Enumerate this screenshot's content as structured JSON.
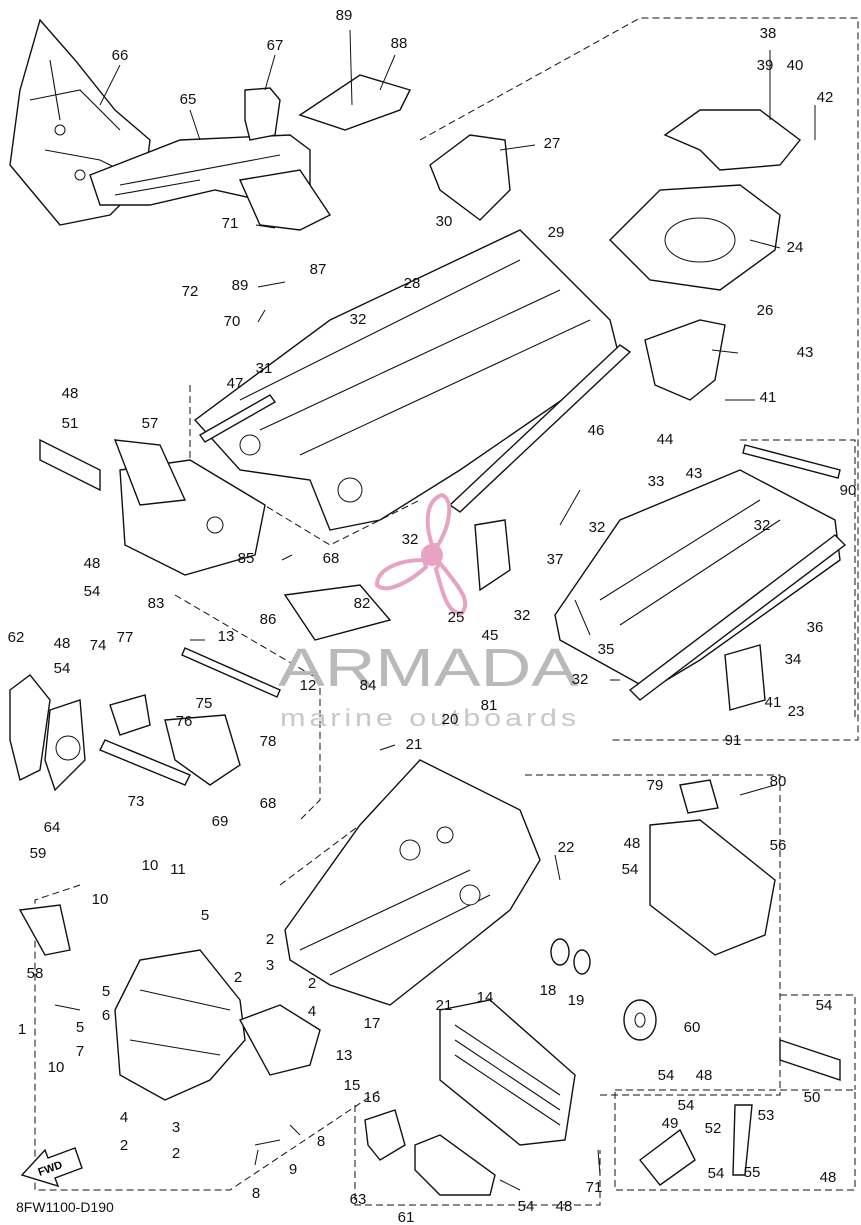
{
  "diagram": {
    "code": "8FW1100-D190",
    "fwd_label": "FWD",
    "watermark": {
      "brand": "ARMADA",
      "tagline": "marine outboards",
      "logo_color": "#e6a3c3"
    },
    "callouts": [
      {
        "id": "c89a",
        "text": "89"
      },
      {
        "id": "c88",
        "text": "88"
      },
      {
        "id": "c67",
        "text": "67"
      },
      {
        "id": "c66",
        "text": "66"
      },
      {
        "id": "c65",
        "text": "65"
      },
      {
        "id": "c38",
        "text": "38"
      },
      {
        "id": "c39",
        "text": "39"
      },
      {
        "id": "c40",
        "text": "40"
      },
      {
        "id": "c42",
        "text": "42"
      },
      {
        "id": "c27",
        "text": "27"
      },
      {
        "id": "c30",
        "text": "30"
      },
      {
        "id": "c29",
        "text": "29"
      },
      {
        "id": "c24",
        "text": "24"
      },
      {
        "id": "c71a",
        "text": "71"
      },
      {
        "id": "c72",
        "text": "72"
      },
      {
        "id": "c89b",
        "text": "89"
      },
      {
        "id": "c87",
        "text": "87"
      },
      {
        "id": "c28",
        "text": "28"
      },
      {
        "id": "c70",
        "text": "70"
      },
      {
        "id": "c32a",
        "text": "32"
      },
      {
        "id": "c26",
        "text": "26"
      },
      {
        "id": "c43a",
        "text": "43"
      },
      {
        "id": "c48a",
        "text": "48"
      },
      {
        "id": "c51",
        "text": "51"
      },
      {
        "id": "c47",
        "text": "47"
      },
      {
        "id": "c31",
        "text": "31"
      },
      {
        "id": "c41a",
        "text": "41"
      },
      {
        "id": "c57",
        "text": "57"
      },
      {
        "id": "c46",
        "text": "46"
      },
      {
        "id": "c44",
        "text": "44"
      },
      {
        "id": "c43b",
        "text": "43"
      },
      {
        "id": "c90",
        "text": "90"
      },
      {
        "id": "c33",
        "text": "33"
      },
      {
        "id": "c32b",
        "text": "32"
      },
      {
        "id": "c32c",
        "text": "32"
      },
      {
        "id": "c32d",
        "text": "32"
      },
      {
        "id": "c48b",
        "text": "48"
      },
      {
        "id": "c54a",
        "text": "54"
      },
      {
        "id": "c85",
        "text": "85"
      },
      {
        "id": "c68a",
        "text": "68"
      },
      {
        "id": "c37",
        "text": "37"
      },
      {
        "id": "c82",
        "text": "82"
      },
      {
        "id": "c25",
        "text": "25"
      },
      {
        "id": "c45",
        "text": "45"
      },
      {
        "id": "c32e",
        "text": "32"
      },
      {
        "id": "c36",
        "text": "36"
      },
      {
        "id": "c86",
        "text": "86"
      },
      {
        "id": "c83",
        "text": "83"
      },
      {
        "id": "c35",
        "text": "35"
      },
      {
        "id": "c62",
        "text": "62"
      },
      {
        "id": "c48c",
        "text": "48"
      },
      {
        "id": "c54b",
        "text": "54"
      },
      {
        "id": "c74",
        "text": "74"
      },
      {
        "id": "c77",
        "text": "77"
      },
      {
        "id": "c13a",
        "text": "13"
      },
      {
        "id": "c34",
        "text": "34"
      },
      {
        "id": "c12",
        "text": "12"
      },
      {
        "id": "c84",
        "text": "84"
      },
      {
        "id": "c32f",
        "text": "32"
      },
      {
        "id": "c41b",
        "text": "41"
      },
      {
        "id": "c23",
        "text": "23"
      },
      {
        "id": "c75",
        "text": "75"
      },
      {
        "id": "c76",
        "text": "76"
      },
      {
        "id": "c78",
        "text": "78"
      },
      {
        "id": "c20",
        "text": "20"
      },
      {
        "id": "c81",
        "text": "81"
      },
      {
        "id": "c21a",
        "text": "21"
      },
      {
        "id": "c91",
        "text": "91"
      },
      {
        "id": "c73",
        "text": "73"
      },
      {
        "id": "c64",
        "text": "64"
      },
      {
        "id": "c79",
        "text": "79"
      },
      {
        "id": "c80",
        "text": "80"
      },
      {
        "id": "c69",
        "text": "69"
      },
      {
        "id": "c68b",
        "text": "68"
      },
      {
        "id": "c22",
        "text": "22"
      },
      {
        "id": "c48d",
        "text": "48"
      },
      {
        "id": "c54c",
        "text": "54"
      },
      {
        "id": "c56",
        "text": "56"
      },
      {
        "id": "c59",
        "text": "59"
      },
      {
        "id": "c10a",
        "text": "10"
      },
      {
        "id": "c11",
        "text": "11"
      },
      {
        "id": "c10b",
        "text": "10"
      },
      {
        "id": "c58",
        "text": "58"
      },
      {
        "id": "c5a",
        "text": "5"
      },
      {
        "id": "c2a",
        "text": "2"
      },
      {
        "id": "c3a",
        "text": "3"
      },
      {
        "id": "c2b",
        "text": "2"
      },
      {
        "id": "c2c",
        "text": "2"
      },
      {
        "id": "c4a",
        "text": "4"
      },
      {
        "id": "c18",
        "text": "18"
      },
      {
        "id": "c19",
        "text": "19"
      },
      {
        "id": "c54d",
        "text": "54"
      },
      {
        "id": "c5b",
        "text": "5"
      },
      {
        "id": "c6",
        "text": "6"
      },
      {
        "id": "c21b",
        "text": "21"
      },
      {
        "id": "c14",
        "text": "14"
      },
      {
        "id": "c60",
        "text": "60"
      },
      {
        "id": "c1",
        "text": "1"
      },
      {
        "id": "c5c",
        "text": "5"
      },
      {
        "id": "c7",
        "text": "7"
      },
      {
        "id": "c17",
        "text": "17"
      },
      {
        "id": "c13b",
        "text": "13"
      },
      {
        "id": "c50",
        "text": "50"
      },
      {
        "id": "c54e",
        "text": "54"
      },
      {
        "id": "c48e",
        "text": "48"
      },
      {
        "id": "c10c",
        "text": "10"
      },
      {
        "id": "c15",
        "text": "15"
      },
      {
        "id": "c16",
        "text": "16"
      },
      {
        "id": "c54f",
        "text": "54"
      },
      {
        "id": "c53",
        "text": "53"
      },
      {
        "id": "c4b",
        "text": "4"
      },
      {
        "id": "c2d",
        "text": "2"
      },
      {
        "id": "c3b",
        "text": "3"
      },
      {
        "id": "c2e",
        "text": "2"
      },
      {
        "id": "c8a",
        "text": "8"
      },
      {
        "id": "c49",
        "text": "49"
      },
      {
        "id": "c52",
        "text": "52"
      },
      {
        "id": "c9",
        "text": "9"
      },
      {
        "id": "c54g",
        "text": "54"
      },
      {
        "id": "c55",
        "text": "55"
      },
      {
        "id": "c71b",
        "text": "71"
      },
      {
        "id": "c48f",
        "text": "48"
      },
      {
        "id": "c8b",
        "text": "8"
      },
      {
        "id": "c63",
        "text": "63"
      },
      {
        "id": "c54h",
        "text": "54"
      },
      {
        "id": "c48g",
        "text": "48"
      },
      {
        "id": "c61",
        "text": "61"
      }
    ]
  }
}
